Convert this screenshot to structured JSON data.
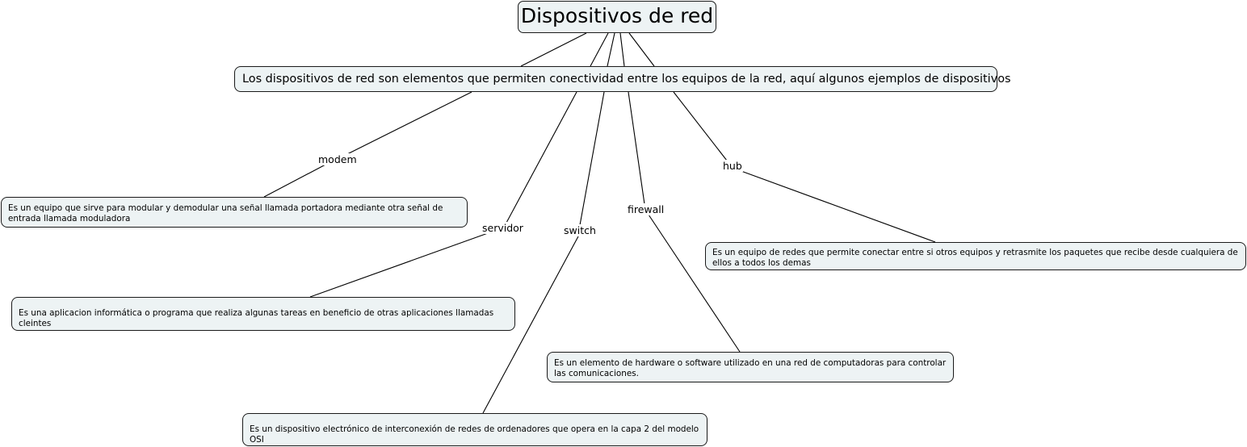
{
  "map": {
    "title": "Dispositivos de red",
    "intro": "Los dispositivos de red son elementos que permiten conectividad entre los equipos de la red, aquí algunos ejemplos de dispositivos",
    "devices": [
      {
        "label": "modem",
        "description": "Es un equipo que sirve para modular y demodular una señal llamada portadora mediante otra señal de entrada llamada moduladora"
      },
      {
        "label": "servidor",
        "description": "Es una aplicacion informática o programa que realiza algunas tareas en beneficio de otras aplicaciones llamadas cleintes"
      },
      {
        "label": "switch",
        "description": "Es un dispositivo electrónico de interconexión de redes de ordenadores que opera en la capa 2 del modelo OSI"
      },
      {
        "label": "firewall",
        "description": "Es un elemento de hardware o software utilizado en una red de computadoras para controlar las comunicaciones."
      },
      {
        "label": "hub",
        "description": "Es un equipo de redes que permite conectar entre si otros equipos y retrasmite los paquetes que recibe desde cualquiera de ellos a todos los demas"
      }
    ]
  },
  "colors": {
    "node_fill": "#edf3f4",
    "node_border": "#1a1a1a",
    "connector": "#000000",
    "background": "#ffffff"
  }
}
